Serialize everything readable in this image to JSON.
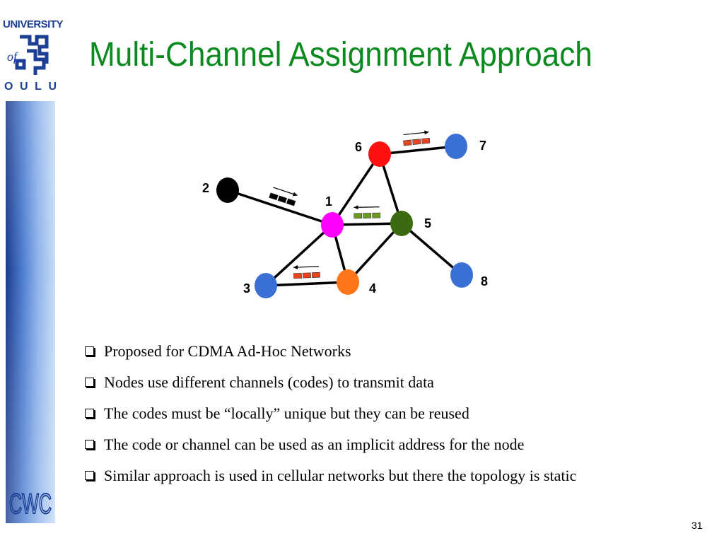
{
  "logo": {
    "top_text": "UNIVERSITY",
    "of_text": "of",
    "bottom_letters": [
      "O",
      "U",
      "L",
      "U"
    ],
    "color": "#1c3f94"
  },
  "sidebar_logo": {
    "text": "CWC",
    "color": "#1c3f94"
  },
  "title": "Multi-Channel Assignment Approach",
  "title_color": "#0b8a1f",
  "diagram": {
    "nodes": [
      {
        "id": "1",
        "label": "1",
        "color": "#ff00ff"
      },
      {
        "id": "2",
        "label": "2",
        "color": "#000000"
      },
      {
        "id": "3",
        "label": "3",
        "color": "#3a6fd4"
      },
      {
        "id": "4",
        "label": "4",
        "color": "#ff7518"
      },
      {
        "id": "5",
        "label": "5",
        "color": "#3b6a12"
      },
      {
        "id": "6",
        "label": "6",
        "color": "#ff1010"
      },
      {
        "id": "7",
        "label": "7",
        "color": "#3a6fd4"
      },
      {
        "id": "8",
        "label": "8",
        "color": "#3a6fd4"
      }
    ],
    "links": [
      [
        "2",
        "1"
      ],
      [
        "1",
        "6"
      ],
      [
        "6",
        "5"
      ],
      [
        "6",
        "7"
      ],
      [
        "1",
        "5"
      ],
      [
        "1",
        "3"
      ],
      [
        "1",
        "4"
      ],
      [
        "5",
        "4"
      ],
      [
        "3",
        "4"
      ],
      [
        "5",
        "8"
      ]
    ],
    "flows": [
      {
        "from": "2",
        "to": "1",
        "packet_color": "#000000"
      },
      {
        "from": "6",
        "to": "7",
        "packet_color": "#e8431f"
      },
      {
        "from": "5",
        "to": "1",
        "packet_color": "#6a9a1e"
      },
      {
        "from": "4",
        "to": "3",
        "packet_color": "#e8431f"
      }
    ]
  },
  "bullets": [
    "Proposed for CDMA Ad-Hoc Networks",
    "Nodes use different channels (codes) to transmit data",
    "The codes must be “locally” unique but they can be reused",
    "The code or channel can be used as an implicit address for the node",
    "Similar approach is used in cellular networks but there the topology is static"
  ],
  "page_number": "31"
}
